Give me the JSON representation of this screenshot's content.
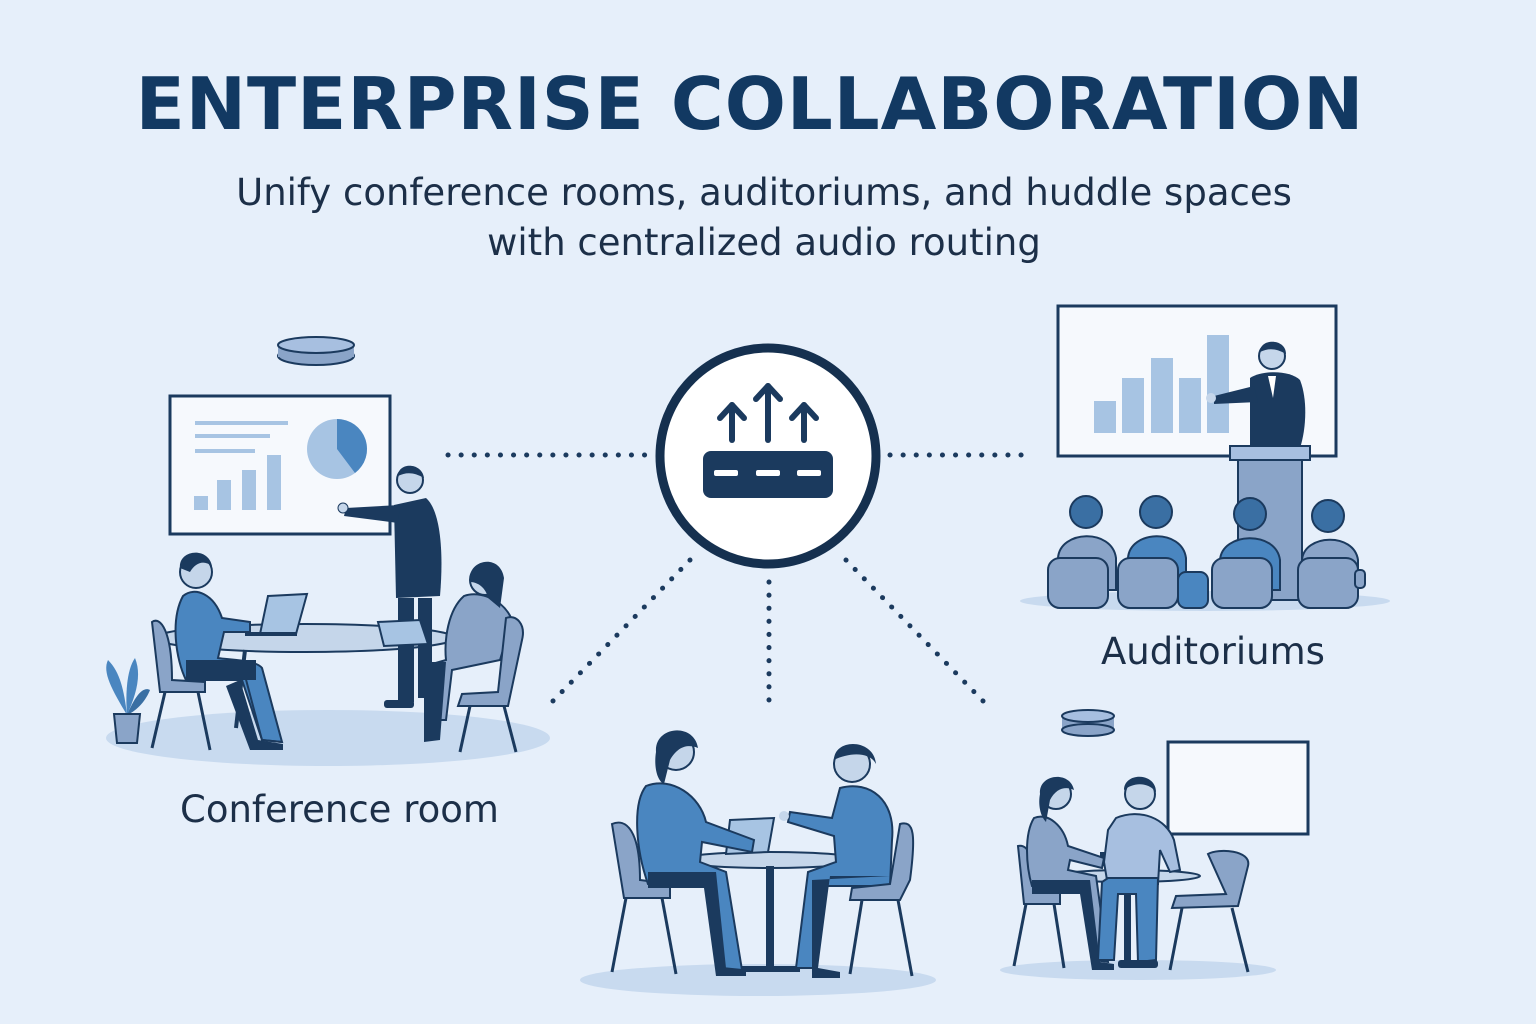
{
  "header": {
    "title": "ENTERPRISE COLLABORATION",
    "subtitle_line1": "Unify conference rooms, auditoriums, and huddle spaces",
    "subtitle_line2": "with centralized audio routing"
  },
  "spaces": {
    "conference_room_label": "Conference room",
    "auditoriums_label": "Auditoriums"
  },
  "colors": {
    "background": "#e6effa",
    "navy": "#1b3a5e",
    "title": "#123962",
    "mid_blue": "#4a86c0",
    "light_blue": "#a7c4e3",
    "grey_blue": "#8aa4c8"
  },
  "icons": {
    "hub": "audio-router-icon",
    "ceiling": "ceiling-microphone-icon"
  }
}
